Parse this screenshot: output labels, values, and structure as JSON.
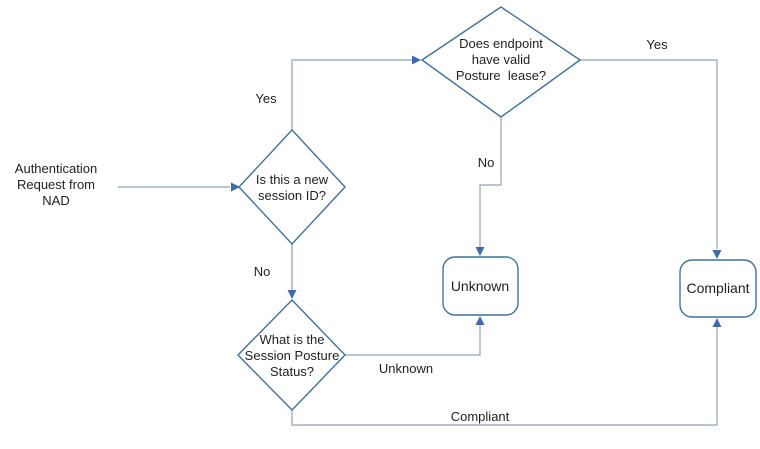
{
  "diagram": {
    "colors": {
      "background": "#ffffff",
      "shape_border": "#41719c",
      "connector": "#9fb0c2",
      "arrowhead": "#3e6bb0",
      "text": "#1f1f1f"
    },
    "nodes": {
      "start": {
        "label": "Authentication\nRequest from\nNAD"
      },
      "decision_new_session": {
        "label": "Is this a new\nsession ID?"
      },
      "decision_posture_lease": {
        "label": "Does endpoint\nhave valid\nPosture  lease?"
      },
      "decision_posture_status": {
        "label": "What is the\nSession Posture\nStatus?"
      },
      "result_unknown": {
        "label": "Unknown"
      },
      "result_compliant": {
        "label": "Compliant"
      }
    },
    "edges": {
      "new_session_yes": {
        "label": "Yes"
      },
      "new_session_no": {
        "label": "No"
      },
      "posture_lease_yes": {
        "label": "Yes"
      },
      "posture_lease_no": {
        "label": "No"
      },
      "posture_status_unknown": {
        "label": "Unknown"
      },
      "posture_status_compliant": {
        "label": "Compliant"
      }
    }
  }
}
